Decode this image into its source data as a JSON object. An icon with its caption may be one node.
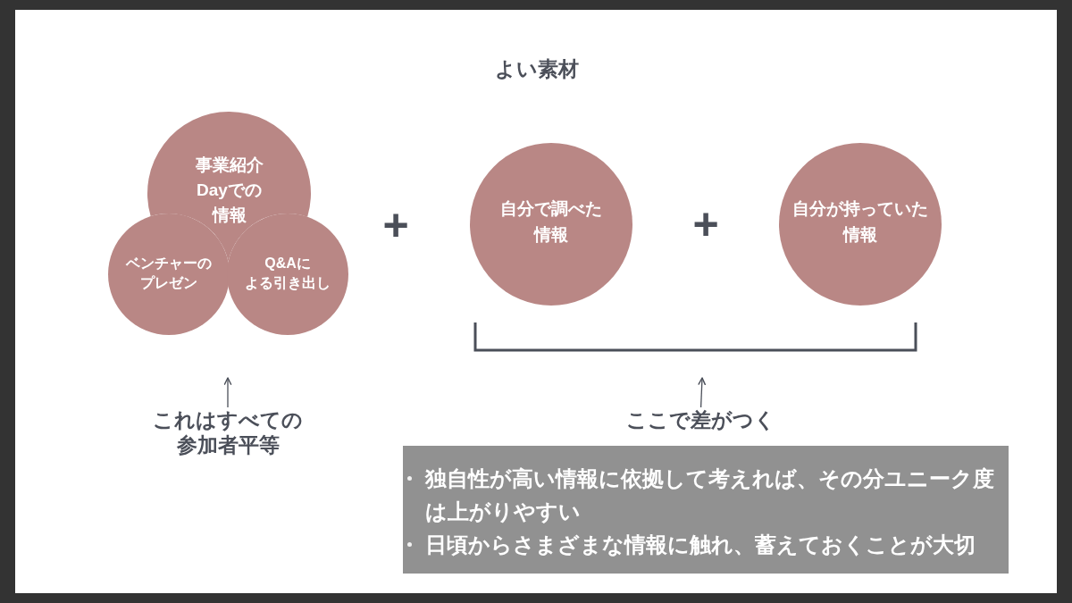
{
  "diagram": {
    "title": "よい素材",
    "nodes": [
      {
        "text": [
          "事業紹介Dayでの情報"
        ]
      },
      {
        "text": [
          "ベンチャーのプレゼン"
        ]
      },
      {
        "text": [
          "Q&Aによる引き出し"
        ]
      },
      {
        "text": [
          "自分で調べた情報"
        ]
      },
      {
        "text": [
          "自分が持っていた情報"
        ]
      },
      {
        "text": [
          "これはすべての参加者平等"
        ]
      },
      {
        "text": [
          "ここで差がつく"
        ]
      },
      {
        "text": [
          "独自性が高い情報に依拠して考えれば、その分ユニーク度は上がりやすい",
          "日頃からさまざまな情報に触れ、蓄えておくことが大切"
        ]
      }
    ],
    "edges": [
      {
        "from": 5,
        "to": null,
        "arrow": "to"
      },
      {
        "from": 6,
        "to": null,
        "arrow": "to"
      }
    ],
    "labels": [
      "+",
      "+"
    ]
  }
}
